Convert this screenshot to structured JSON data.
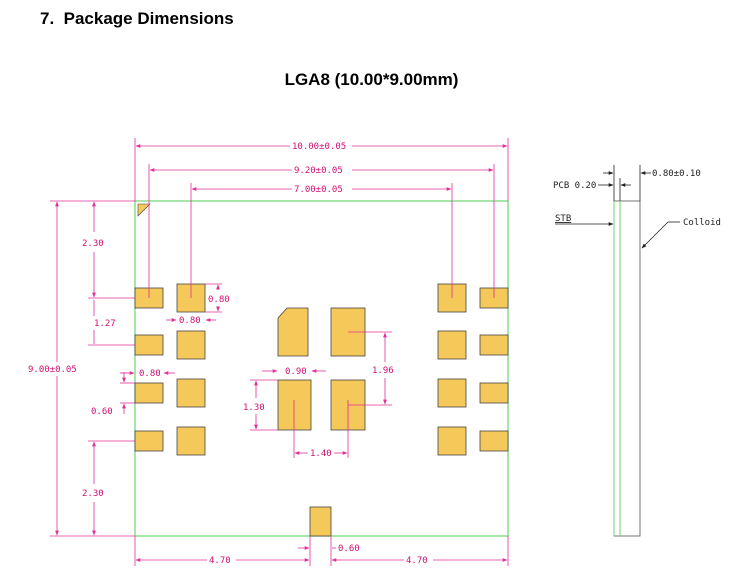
{
  "section": {
    "number": "7.",
    "title": "Package Dimensions"
  },
  "package": {
    "title": "LGA8 (10.00*9.00mm)"
  },
  "dimensions": {
    "width_overall": "10.00±0.05",
    "width_pad_outer": "9.20±0.05",
    "width_pad_inner": "7.00±0.05",
    "height_overall": "9.00±0.05",
    "top_offset": "2.30",
    "bottom_offset": "2.30",
    "pad_pitch": "1.27",
    "pad_height": "0.80",
    "pad_gap": "0.80",
    "pad_width": "0.80",
    "pad_small": "0.60",
    "center_pad_width": "0.90",
    "center_pad_height": "1.30",
    "center_pitch_x": "1.40",
    "center_pitch_y": "1.96",
    "bottom_left": "4.70",
    "bottom_right": "4.70",
    "bottom_pad_width": "0.60"
  },
  "side_view": {
    "thickness": "0.80±0.10",
    "pcb_label": "PCB 0.20",
    "stb_label": "STB",
    "colloid_label": "Colloid"
  },
  "colors": {
    "outline": "#6bd66b",
    "dimension": "#e0309a",
    "pad": "#f5c85a"
  }
}
